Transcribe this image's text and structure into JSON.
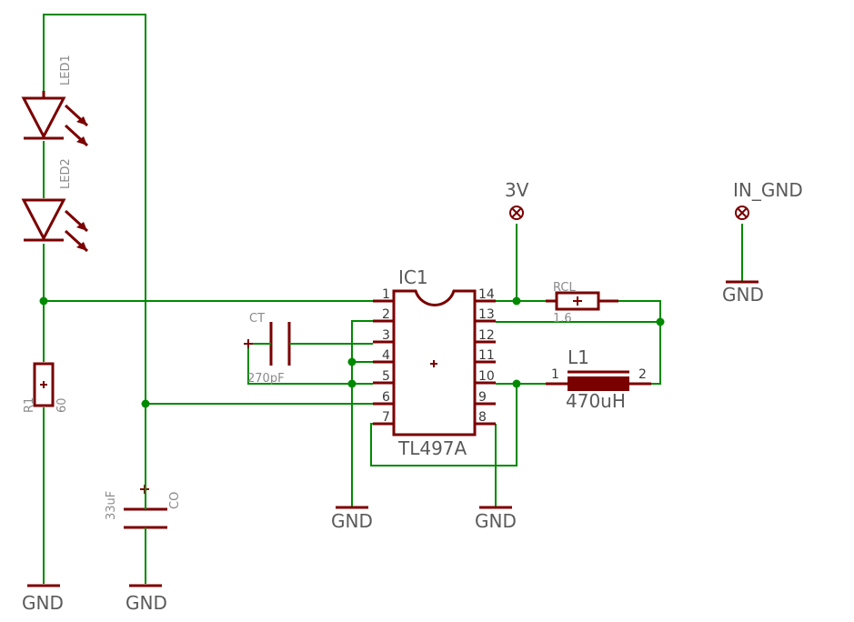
{
  "ic": {
    "name": "IC1",
    "value": "TL497A",
    "pins_left": [
      "1",
      "2",
      "3",
      "4",
      "5",
      "6",
      "7"
    ],
    "pins_right": [
      "14",
      "13",
      "12",
      "11",
      "10",
      "9",
      "8"
    ]
  },
  "led1": {
    "name": "LED1"
  },
  "led2": {
    "name": "LED2"
  },
  "r1": {
    "name": "R1",
    "value": "60"
  },
  "co": {
    "name": "CO",
    "value": "33uF"
  },
  "ct": {
    "name": "CT",
    "value": "270pF"
  },
  "rcl": {
    "name": "RCL",
    "value": "1.6"
  },
  "l1": {
    "name": "L1",
    "value": "470uH",
    "pin1": "1",
    "pin2": "2"
  },
  "supply": {
    "v3": "3V",
    "in_gnd": "IN_GND"
  },
  "gnd_label": "GND",
  "colors": {
    "wire": "#008a00",
    "symbol": "#7a0000",
    "text": "#5a5a5a"
  }
}
